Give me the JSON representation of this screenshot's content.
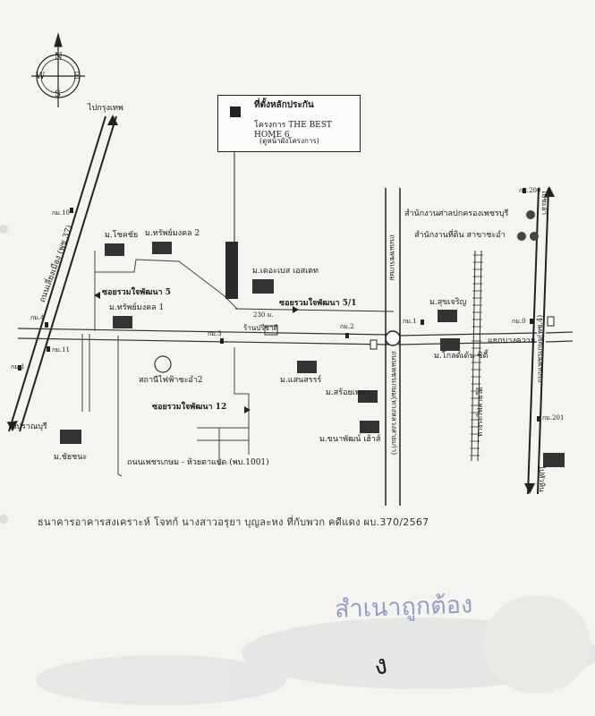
{
  "compass": {
    "north": "N",
    "south": "S",
    "east": "E",
    "west": "W"
  },
  "info_box": {
    "line1": "ที่ตั้งหลักประกัน",
    "line2": "โครงการ THE BEST HOME 6",
    "line3": "(ดูหน้าผังโครงการ)"
  },
  "roads": {
    "main_left_vertical": "ถนนเลี่ยงเมือง (พช.37)",
    "center_vertical_top": "ถนนเพชรเกษม",
    "center_vertical_bottom": "ถนนเพชรเกษม(ทางหลวงสายเก่า)",
    "right_vertical": "ถนนเพชรเกษม(พช.4)",
    "bottom_road": "ถนนเพชรเกษม - ห้วยตาแปด (พบ.1001)",
    "railway": "ทางรถไฟสายใต้"
  },
  "sois": {
    "soi5": "ซอยรวมใจพัฒนา 5",
    "soi51": "ซอยรวมใจพัฒนา 5/1",
    "soi12": "ซอยรวมใจพัฒนา 12"
  },
  "directions": {
    "to_bangkok": "ไปกรุงเทพ",
    "to_pranburi": "ไปปราณบุรี",
    "to_cha_am": "ไปชะอำ",
    "to_hua_hin": "ไปหัวหิน"
  },
  "villages": {
    "chokchai": "ม.โชคชัย",
    "sap_mongkhon_2": "ม.ทรัพย์มงคล 2",
    "sap_mongkhon_1": "ม.ทรัพย์มงคล 1",
    "the_best_estate": "ม.เดอะเบส เอสเตท",
    "sanrung": "ม.แสนสรรร์",
    "sarai_phet": "ม.สร้อยเพชร",
    "suk_charoen": "ม.สุขเจริญ",
    "golden_city": "ม.โกลด์เด้น ซิตี้",
    "chaichana": "ม.ชัยชนะ",
    "khana_phat": "ม.ขนาพัฒน์ เฮ้าส์"
  },
  "landmarks": {
    "court": "สำนักงานศาลปกครองเพชรบุรี",
    "land_office": "สำนักงานที่ดิน สาขาชะอำ",
    "power_station": "สถานีไฟฟ้าชะอำ2",
    "shop": "ร้านปรีชาดี",
    "junction": "แยกบางควาย"
  },
  "distances": {
    "km10": "กม.10",
    "km4": "กม.4",
    "km11": "กม.11",
    "km1_left": "กม.1",
    "km3": "กม.3",
    "km2": "กม.2",
    "km1_right": "กม.1",
    "km0": "กม.0",
    "km200": "กม.200",
    "km201": "กม.201",
    "m230": "230 ม."
  },
  "footer": "ธนาคารอาคารสงเคราะห์ โจทก์ นางสาวอรุยา บุญละหง ที่กับพวก   คดีแดง ผบ.370/2567",
  "stamp": "สำเนาถูกต้อง",
  "signature": "ง"
}
